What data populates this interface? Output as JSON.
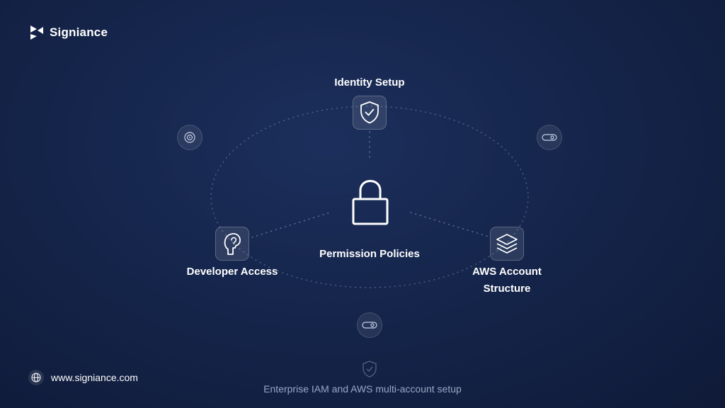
{
  "brand": {
    "name": "Signiance",
    "icon": "signiance-logo-icon"
  },
  "diagram": {
    "center": {
      "label": "Permission Policies",
      "icon": "lock-icon"
    },
    "nodes": {
      "top": {
        "label": "Identity Setup",
        "icon": "shield-check-icon"
      },
      "left": {
        "label": "Developer Access",
        "icon": "head-profile-icon"
      },
      "right": {
        "label_line1": "AWS Account",
        "label_line2": "Structure",
        "icon": "layers-icon"
      }
    },
    "decorations": [
      "target-icon",
      "toggle-icon",
      "toggle-icon",
      "shield-check-icon"
    ]
  },
  "footer": {
    "url": "www.signiance.com",
    "url_icon": "globe-icon",
    "tagline": "Enterprise IAM and AWS multi-account setup"
  },
  "colors": {
    "background": "#15254b",
    "text": "#ffffff",
    "muted": "#9aa6c4"
  }
}
